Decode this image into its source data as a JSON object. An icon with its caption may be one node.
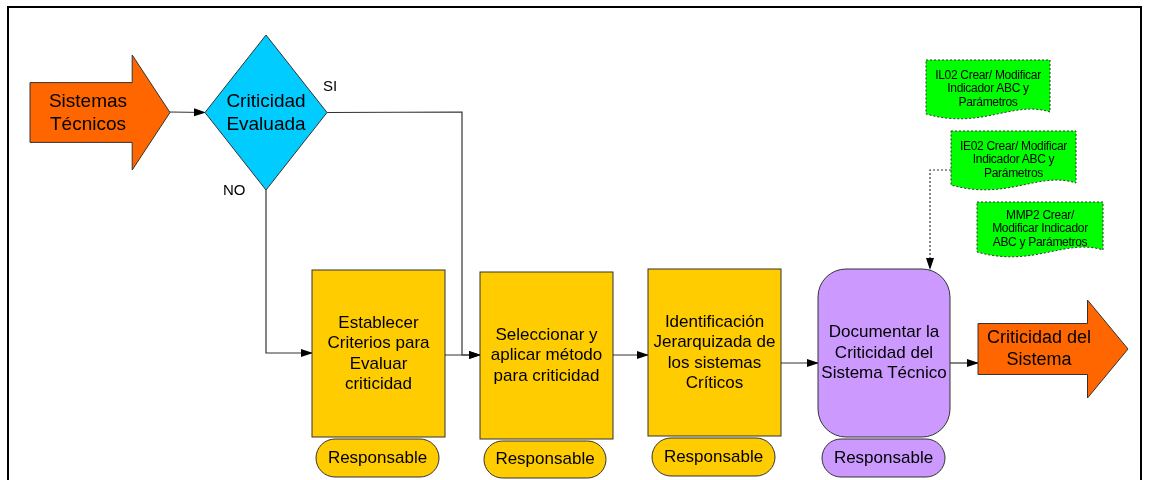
{
  "diagram": {
    "nodes": [
      {
        "text": [
          "Sistemas Técnicos"
        ]
      },
      {
        "text": [
          "Criticidad Evaluada"
        ]
      },
      {
        "text": [
          "Establecer Criterios para Evaluar criticidad"
        ]
      },
      {
        "text": [
          "Responsable"
        ]
      },
      {
        "text": [
          "Seleccionar y aplicar método para criticidad"
        ]
      },
      {
        "text": [
          "Responsable"
        ]
      },
      {
        "text": [
          "Identificación Jerarquizada de los sistemas Críticos"
        ]
      },
      {
        "text": [
          "Responsable"
        ]
      },
      {
        "text": [
          "Documentar la Criticidad del Sistema Técnico"
        ]
      },
      {
        "text": [
          "Responsable"
        ]
      },
      {
        "text": [
          "Criticidad del Sistema"
        ]
      },
      {
        "text": [
          "IL02 Crear/ Modificar Indicador ABC y Parámetros"
        ]
      },
      {
        "text": [
          "IE02 Crear/ Modificar Indicador ABC y Parámetros"
        ]
      },
      {
        "text": [
          "MMP2 Crear/ Modificar Indicador ABC y Parámetros"
        ]
      }
    ],
    "edges": [
      {
        "from": 0,
        "to": 1,
        "arrow": "to"
      },
      {
        "from": 1,
        "to": 4,
        "arrow": "to",
        "label": "SI"
      },
      {
        "from": 1,
        "to": 2,
        "arrow": "to",
        "label": "NO"
      },
      {
        "from": 2,
        "to": 4,
        "arrow": "to"
      },
      {
        "from": 4,
        "to": 6,
        "arrow": "to"
      },
      {
        "from": 6,
        "to": 8,
        "arrow": "to"
      },
      {
        "from": 8,
        "to": 10,
        "arrow": "to"
      },
      {
        "from": 12,
        "to": 8,
        "arrow": "to",
        "style": "dashed"
      }
    ]
  }
}
